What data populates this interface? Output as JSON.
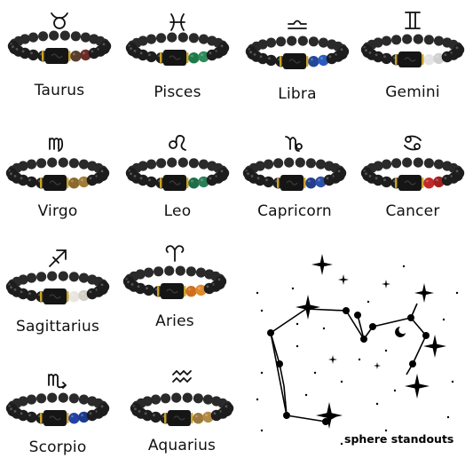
{
  "signs": [
    {
      "name": "Taurus",
      "icon": "taurus-icon",
      "accents": [
        "#5a3f2e",
        "#6b2d2a"
      ]
    },
    {
      "name": "Pisces",
      "icon": "pisces-icon",
      "accents": [
        "#1f7a4a",
        "#2f8c5a"
      ]
    },
    {
      "name": "Libra",
      "icon": "libra-icon",
      "accents": [
        "#23479c",
        "#2a5cc0"
      ]
    },
    {
      "name": "Gemini",
      "icon": "gemini-icon",
      "accents": [
        "#e4e4e4",
        "#cfcfcf"
      ]
    },
    {
      "name": "Virgo",
      "icon": "virgo-icon",
      "accents": [
        "#8a6a2e",
        "#a07c37"
      ]
    },
    {
      "name": "Leo",
      "icon": "leo-icon",
      "accents": [
        "#1f6e49",
        "#2a7f57"
      ]
    },
    {
      "name": "Capricorn",
      "icon": "capricorn-icon",
      "accents": [
        "#233f8c",
        "#2d50a8"
      ]
    },
    {
      "name": "Cancer",
      "icon": "cancer-icon",
      "accents": [
        "#c22a2a",
        "#a31f1f"
      ]
    },
    {
      "name": "Sagittarius",
      "icon": "sagittarius-icon",
      "accents": [
        "#e9e6e0",
        "#d4d0c8"
      ]
    },
    {
      "name": "Aries",
      "icon": "aries-icon",
      "accents": [
        "#d0701e",
        "#e08a2c"
      ]
    },
    {
      "name": "Scorpio",
      "icon": "scorpio-icon",
      "accents": [
        "#2342a3",
        "#1e3a8f"
      ]
    },
    {
      "name": "Aquarius",
      "icon": "aquarius-icon",
      "accents": [
        "#9c7a3c",
        "#b38a45"
      ]
    }
  ],
  "brand": "sphere standouts",
  "colors": {
    "bead": "#1d1d1d",
    "tag": "#151515",
    "spacer": "#c9a227",
    "ink": "#111111"
  }
}
